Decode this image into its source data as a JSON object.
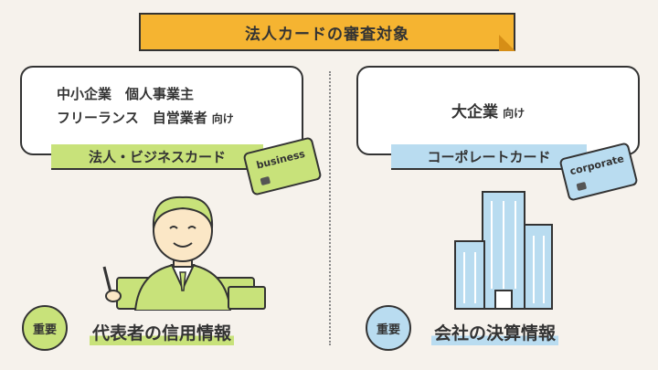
{
  "title": "法人カードの審査対象",
  "left": {
    "targets_line1": "中小企業　個人事業主",
    "targets_line2": "フリーランス　自営業者",
    "targets_suffix": "向け",
    "card_label": "法人・ビジネスカード",
    "card_text": "business",
    "badge": "重要",
    "caption": "代表者の信用情報"
  },
  "right": {
    "target": "大企業",
    "target_suffix": "向け",
    "card_label": "コーポレートカード",
    "card_text": "corporate",
    "badge": "重要",
    "caption": "会社の決算情報"
  },
  "colors": {
    "banner": "#f5b431",
    "green": "#c8e27a",
    "blue": "#b9dcf0",
    "background": "#f6f2ec"
  }
}
